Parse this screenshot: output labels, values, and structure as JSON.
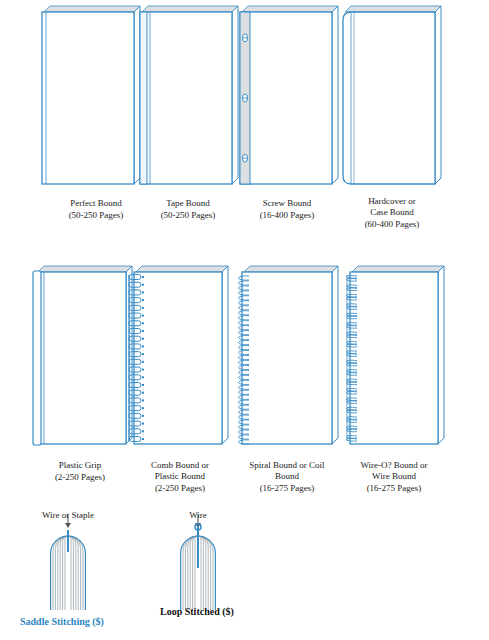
{
  "diagram": {
    "labels": [
      "Perfect Bound",
      "(50-250 Pages)",
      "Tape Bound",
      "(50-250 Pages)",
      "Screw Bound",
      "(16-400 Pages)",
      "Hardcover or Case Bound",
      "(60-400 Pages)",
      "Plastic Grip",
      "(2-250 Pages)",
      "Comb Bound or Plastic Bound",
      "(2-250 Pages)",
      "Spiral Bound or Coil Bound",
      "(16-275 Pages)",
      "Wire-O? Bound or Wire Bound",
      "(16-275 Pages)",
      "Wire or Staple",
      "Wire",
      "Saddle Stitching ($)",
      "Loop Stitched ($)"
    ]
  }
}
